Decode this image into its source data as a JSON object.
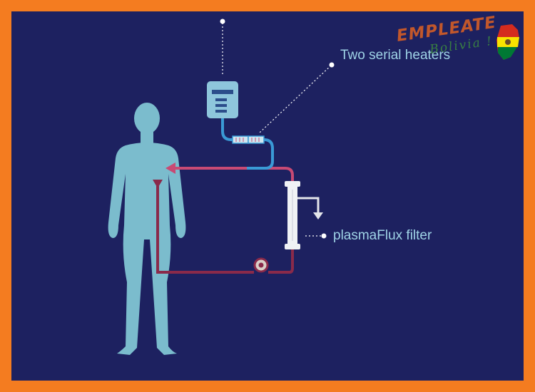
{
  "labels": {
    "heaters": "Two serial heaters",
    "filter": "plasmaFlux filter"
  },
  "logo": {
    "word": "EMPLEATE",
    "sub": "Bolivia !"
  },
  "colors": {
    "frame": "#f47c20",
    "background": "#1d2160",
    "body": "#7bbccd",
    "return_line": "#c84a74",
    "draw_line": "#8a2a4a",
    "infusion_line": "#3a9ad6",
    "text": "#9fd3e6"
  }
}
